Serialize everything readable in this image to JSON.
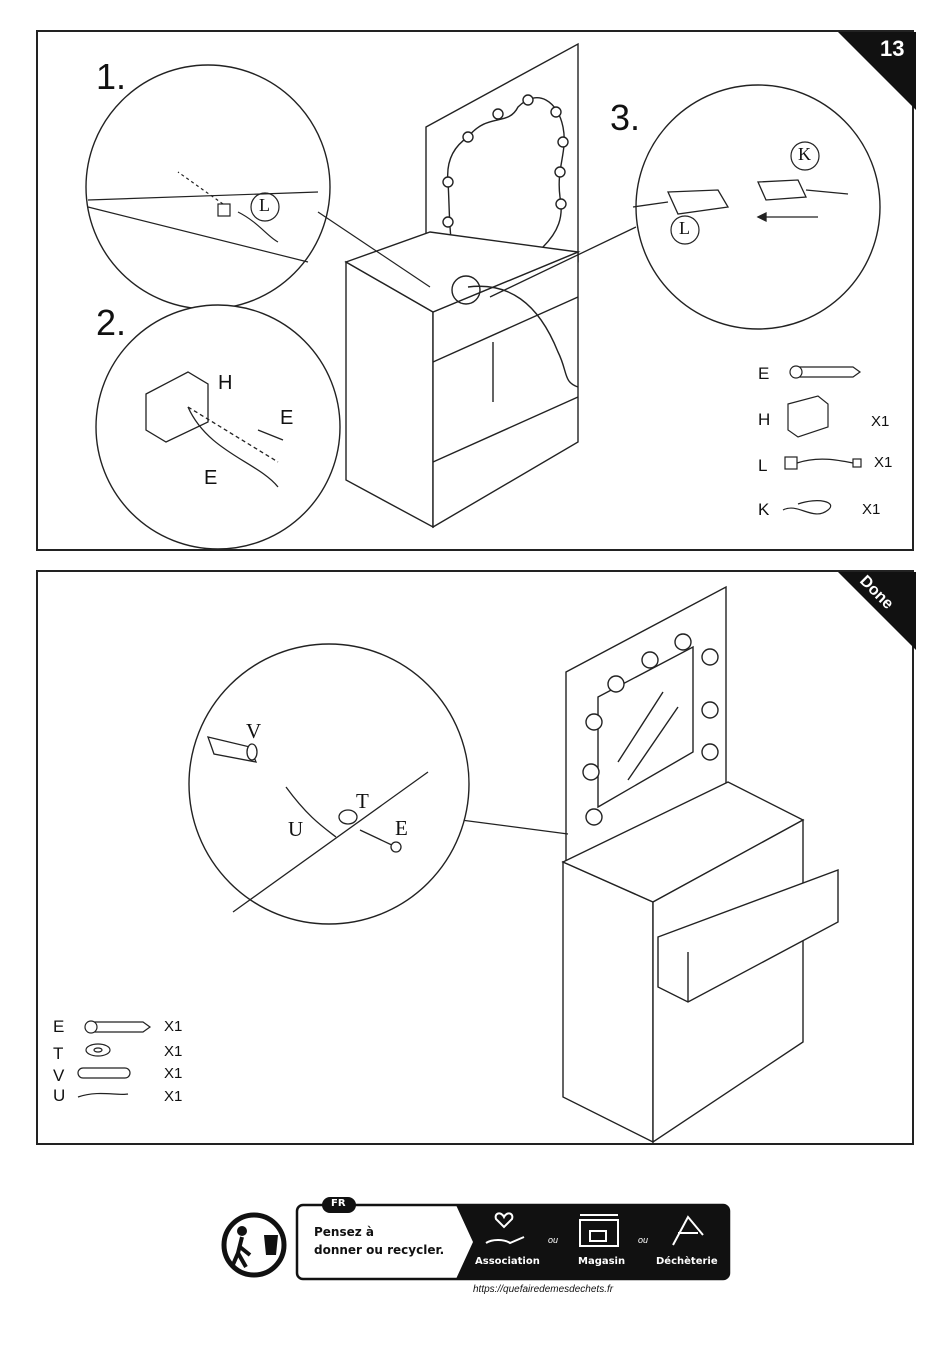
{
  "page": {
    "number": "13",
    "status_corner": "Done"
  },
  "top_panel": {
    "steps": [
      "1.",
      "2.",
      "3."
    ],
    "callouts": {
      "step1_part": "L",
      "step2_part_h": "H",
      "step2_part_e1": "E",
      "step2_part_e2": "E",
      "step3_part_k": "K",
      "step3_part_l": "L"
    },
    "parts": [
      {
        "letter": "E",
        "qty": ""
      },
      {
        "letter": "H",
        "qty": "X1"
      },
      {
        "letter": "L",
        "qty": "X1"
      },
      {
        "letter": "K",
        "qty": "X1"
      }
    ]
  },
  "bottom_panel": {
    "callouts": {
      "v": "V",
      "t": "T",
      "u": "U",
      "e": "E"
    },
    "parts": [
      {
        "letter": "E",
        "qty": "X1"
      },
      {
        "letter": "T",
        "qty": "X1"
      },
      {
        "letter": "V",
        "qty": "X1"
      },
      {
        "letter": "U",
        "qty": "X1"
      }
    ]
  },
  "footer": {
    "lang": "FR",
    "message_line1": "Pensez à",
    "message_line2": "donner ou recycler.",
    "option1": "Association",
    "or1": "ou",
    "option2": "Magasin",
    "or2": "ou",
    "option3": "Déchèterie",
    "url": "https://quefairedemesdechets.fr"
  }
}
